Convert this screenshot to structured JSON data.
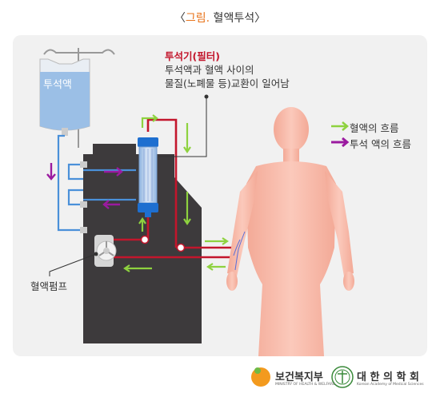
{
  "title": {
    "prefix": "〈",
    "highlight": "그림.",
    "text": " 혈액투석〉"
  },
  "labels": {
    "dialysate_bag": "투석액",
    "filter_title": "투석기(필터)",
    "filter_desc_1": "투석액과 혈액 사이의",
    "filter_desc_2": "물질(노폐물 등)교환이 일어남",
    "blood_pump": "혈액펌프"
  },
  "legend": {
    "blood_flow": "혈액의 흐름",
    "dialysate_flow": "투석 액의 흐름"
  },
  "logos": {
    "ministry_name": "보건복지부",
    "ministry_sub": "MINISTRY OF HEALTH & WELFARE",
    "academy_name": "대 한 의 학 회",
    "academy_sub": "Korean Academy of Medical Sciences"
  },
  "colors": {
    "blood_arrow": "#8ed23f",
    "dialysate_arrow": "#9b1aa0",
    "blood_line": "#c3162c",
    "dialysate_line": "#4a90d9",
    "machine": "#3d3a3c",
    "body": "#f6b8a8"
  }
}
